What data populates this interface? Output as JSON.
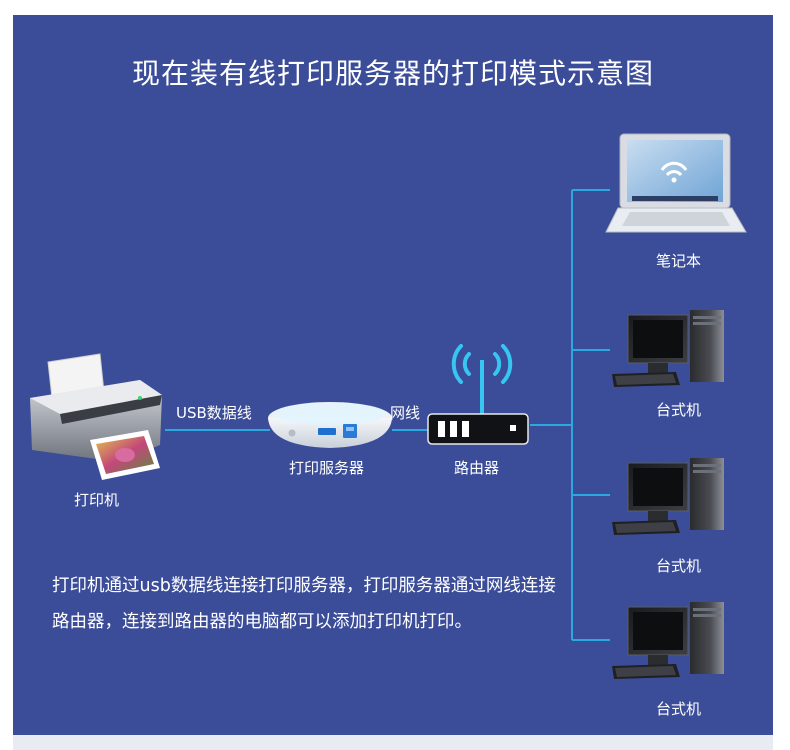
{
  "title": "现在装有线打印服务器的打印模式示意图",
  "nodes": {
    "printer": "打印机",
    "print_server": "打印服务器",
    "router": "路由器",
    "laptop": "笔记本",
    "desktop_1": "台式机",
    "desktop_2": "台式机",
    "desktop_3": "台式机"
  },
  "edges": {
    "usb_cable": "USB数据线",
    "network_cable": "网线"
  },
  "description": "打印机通过usb数据线连接打印服务器，打印服务器通过网线连接路由器，连接到路由器的电脑都可以添加打印机打印。",
  "colors": {
    "background": "#3b4d99",
    "connector": "#29a9e0",
    "text": "#ffffff"
  },
  "icons": [
    "printer-icon",
    "print-server-icon",
    "router-icon",
    "wifi-signal-icon",
    "laptop-icon",
    "desktop-icon"
  ]
}
